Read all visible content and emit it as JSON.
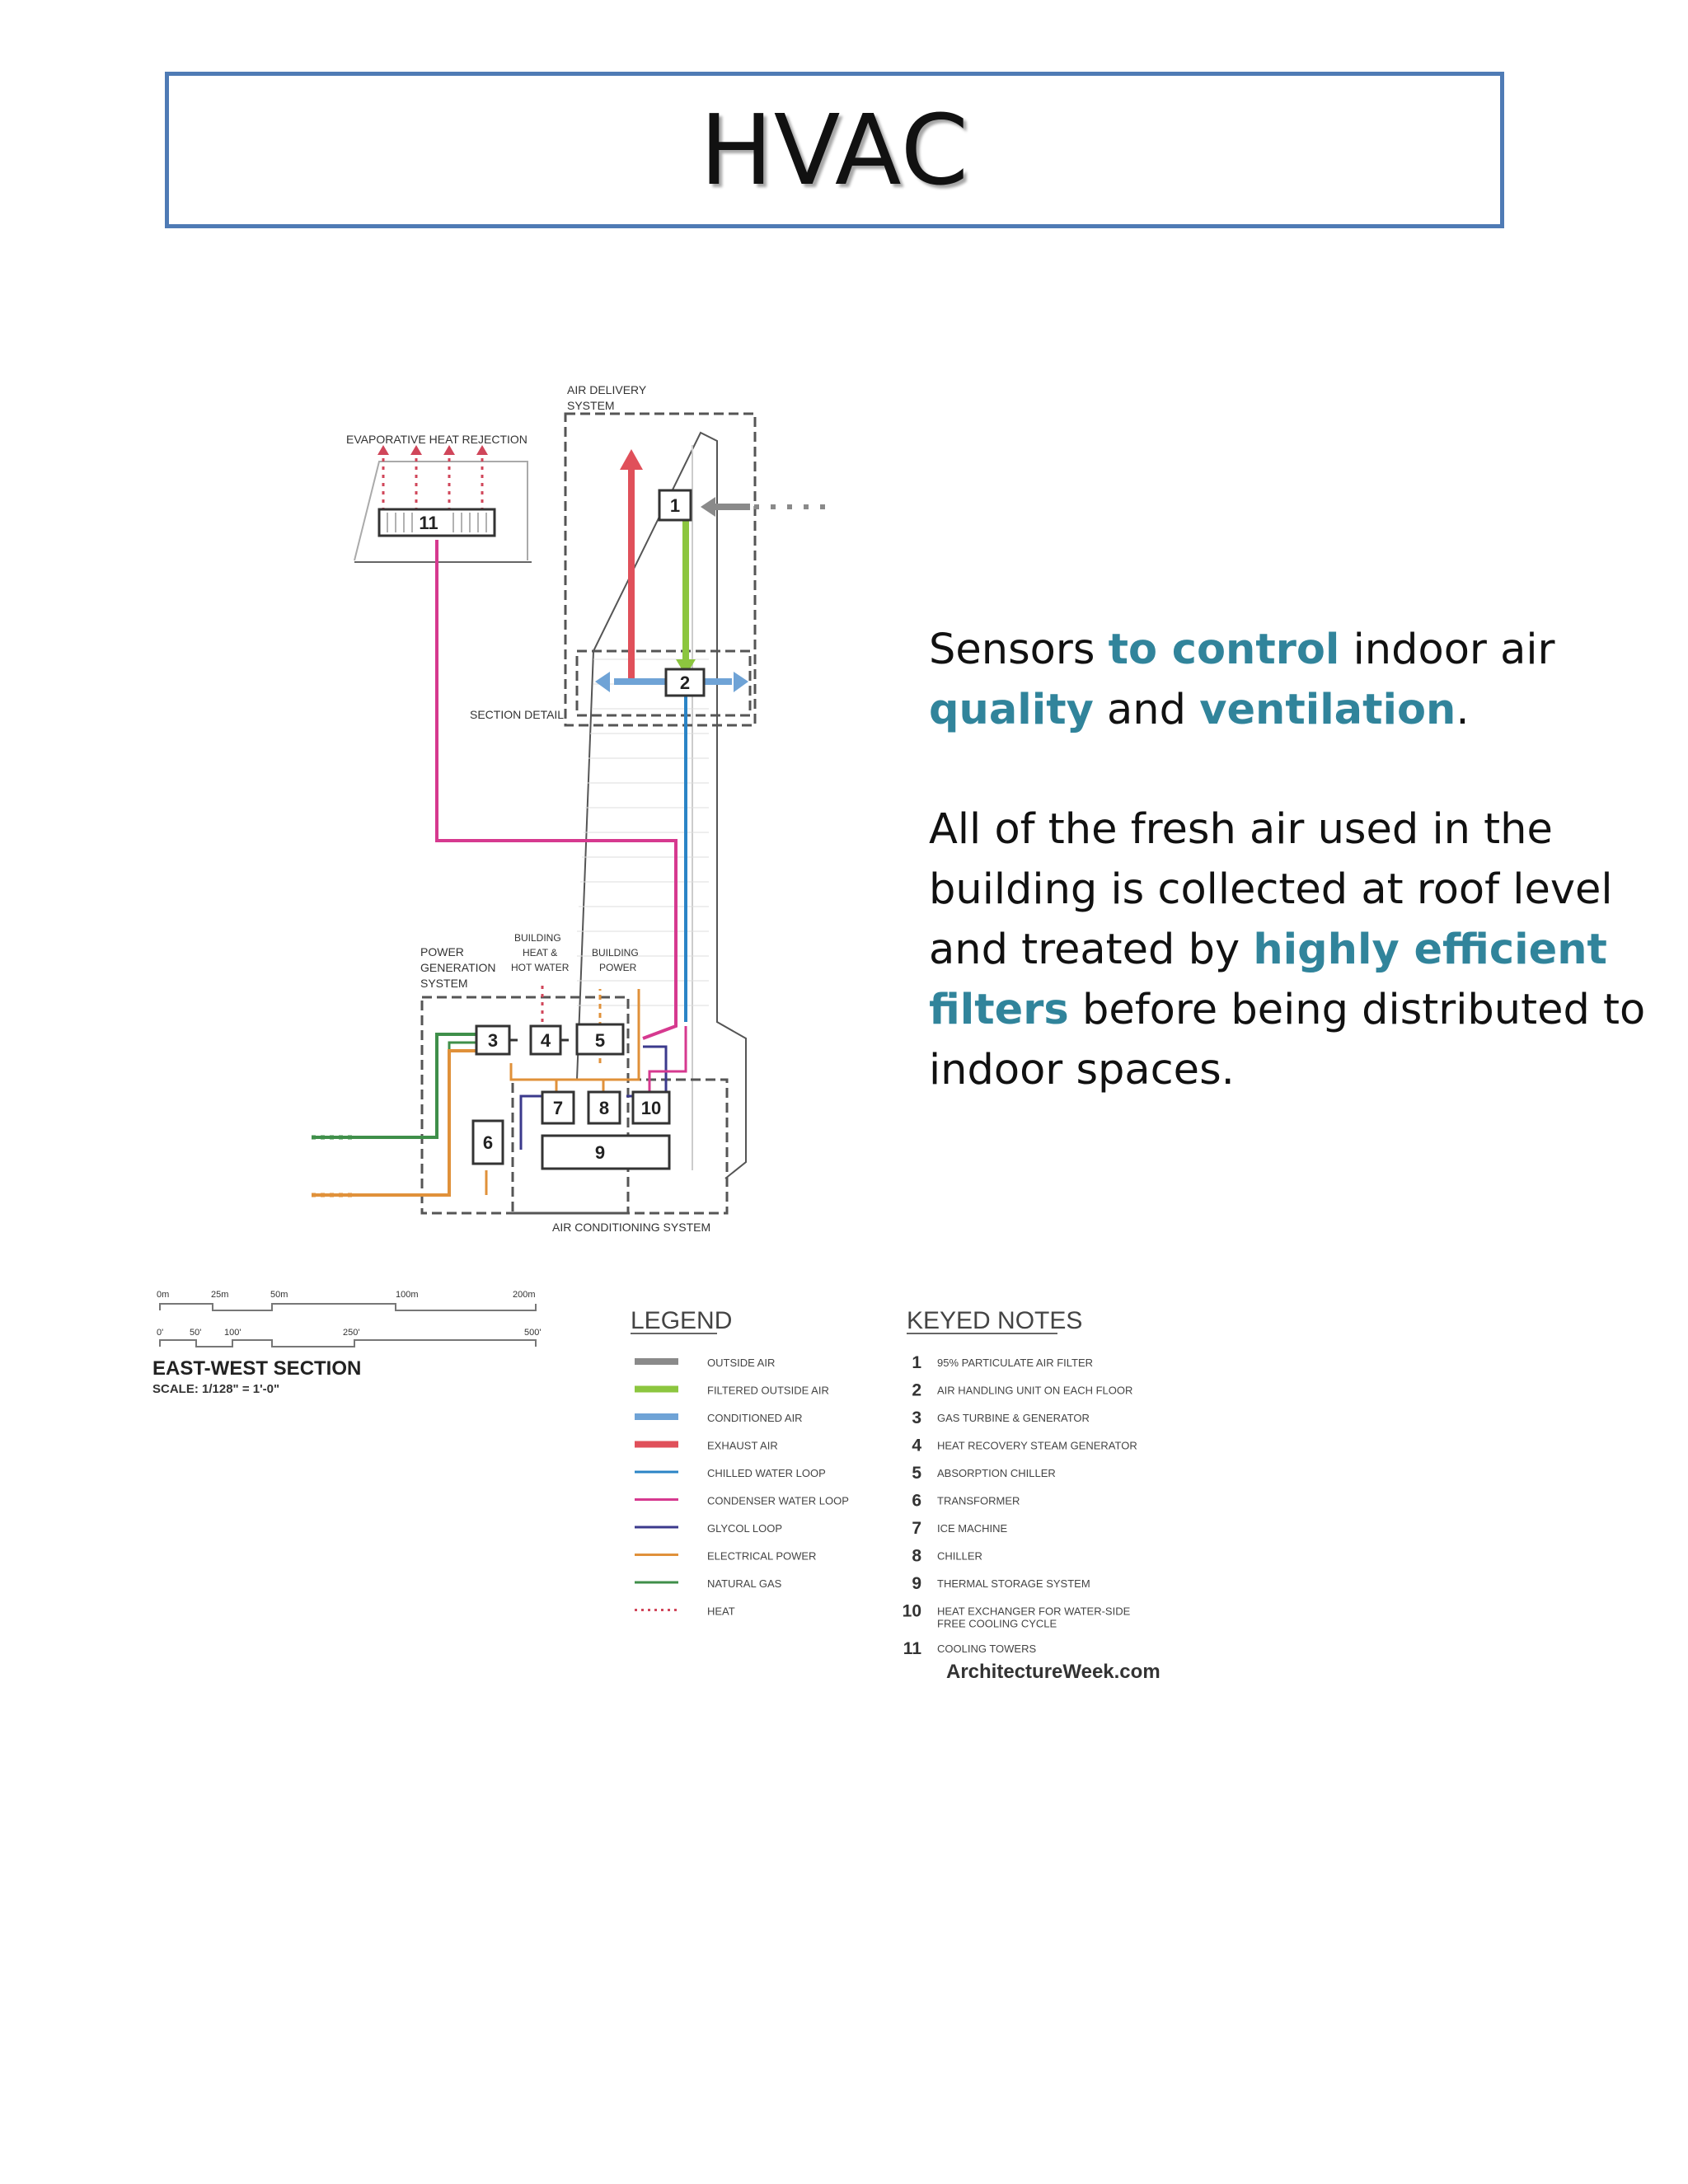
{
  "title": "HVAC",
  "text": {
    "p1": [
      "Sensors ",
      "to control",
      " indoor air ",
      "quality",
      " and ",
      "ventilation",
      "."
    ],
    "p2": [
      "All of the fresh air used in the building is collected at roof level and treated by ",
      "highly efficient filters",
      " before being distributed to indoor spaces."
    ]
  },
  "diagram": {
    "labels": {
      "evaporative": "EVAPORATIVE HEAT REJECTION",
      "air_delivery_1": "AIR DELIVERY",
      "air_delivery_2": "SYSTEM",
      "section_detail": "SECTION DETAIL",
      "power_gen_1": "POWER",
      "power_gen_2": "GENERATION",
      "power_gen_3": "SYSTEM",
      "bldg_heat_1": "BUILDING",
      "bldg_heat_2": "HEAT &",
      "bldg_heat_3": "HOT WATER",
      "bldg_power_1": "BUILDING",
      "bldg_power_2": "POWER",
      "air_cond": "AIR CONDITIONING SYSTEM"
    },
    "boxes": [
      "1",
      "2",
      "3",
      "4",
      "5",
      "6",
      "7",
      "8",
      "9",
      "10",
      "11"
    ]
  },
  "scale": {
    "metric": [
      "0m",
      "25m",
      "50m",
      "100m",
      "200m"
    ],
    "imperial": [
      "0'",
      "50'",
      "100'",
      "250'",
      "500'"
    ],
    "title": "EAST-WEST SECTION",
    "subtitle": "SCALE: 1/128\" = 1'-0\""
  },
  "legend": {
    "title": "LEGEND",
    "items": [
      {
        "label": "OUTSIDE AIR",
        "color": "#8a8a8a"
      },
      {
        "label": "FILTERED OUTSIDE AIR",
        "color": "#8cc63f"
      },
      {
        "label": "CONDITIONED AIR",
        "color": "#6fa3d6"
      },
      {
        "label": "EXHAUST AIR",
        "color": "#e0505a"
      },
      {
        "label": "CHILLED WATER LOOP",
        "color": "#2b84c6"
      },
      {
        "label": "CONDENSER WATER LOOP",
        "color": "#d6398f"
      },
      {
        "label": "GLYCOL LOOP",
        "color": "#3b3a8c"
      },
      {
        "label": "ELECTRICAL POWER",
        "color": "#e0913a"
      },
      {
        "label": "NATURAL GAS",
        "color": "#3f8f4a"
      },
      {
        "label": "HEAT",
        "color": "#d0465a"
      }
    ]
  },
  "keyed_notes": {
    "title": "KEYED NOTES",
    "items": [
      {
        "num": "1",
        "text": "95% PARTICULATE AIR FILTER"
      },
      {
        "num": "2",
        "text": "AIR HANDLING UNIT ON EACH FLOOR"
      },
      {
        "num": "3",
        "text": "GAS TURBINE & GENERATOR"
      },
      {
        "num": "4",
        "text": "HEAT RECOVERY STEAM GENERATOR"
      },
      {
        "num": "5",
        "text": "ABSORPTION CHILLER"
      },
      {
        "num": "6",
        "text": "TRANSFORMER"
      },
      {
        "num": "7",
        "text": "ICE MACHINE"
      },
      {
        "num": "8",
        "text": "CHILLER"
      },
      {
        "num": "9",
        "text": "THERMAL STORAGE SYSTEM"
      },
      {
        "num": "10",
        "text": "HEAT EXCHANGER FOR WATER-SIDE",
        "text2": "FREE COOLING CYCLE"
      },
      {
        "num": "11",
        "text": "COOLING TOWERS"
      }
    ],
    "credit": "ArchitectureWeek.com"
  }
}
